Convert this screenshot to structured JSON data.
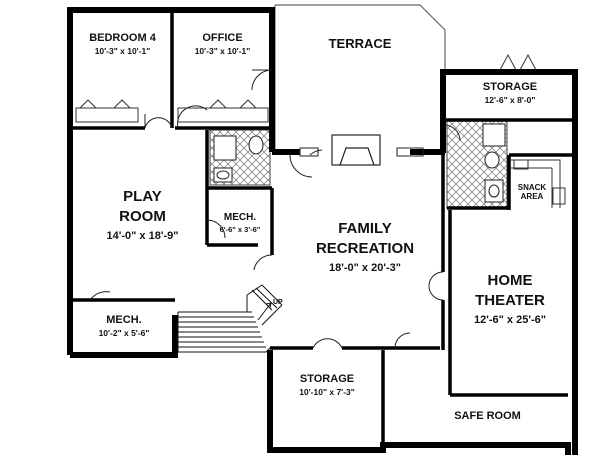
{
  "rooms": {
    "bedroom4": {
      "name": "BEDROOM 4",
      "dims": "10'-3\" x 10'-1\""
    },
    "office": {
      "name": "OFFICE",
      "dims": "10'-3\" x 10'-1\""
    },
    "terrace": {
      "name": "TERRACE"
    },
    "storage_top": {
      "name": "STORAGE",
      "dims": "12'-6\" x 8'-0\""
    },
    "play_room": {
      "name_line1": "PLAY",
      "name_line2": "ROOM",
      "dims": "14'-0\" x 18'-9\""
    },
    "mech_center": {
      "name": "MECH.",
      "dims": "6'-6\" x 3'-6\""
    },
    "snack_area": {
      "name_line1": "SNACK",
      "name_line2": "AREA"
    },
    "family_recreation": {
      "name_line1": "FAMILY",
      "name_line2": "RECREATION",
      "dims": "18'-0\" x 20'-3\""
    },
    "home_theater": {
      "name_line1": "HOME",
      "name_line2": "THEATER",
      "dims": "12'-6\" x 25'-6\""
    },
    "mech_left": {
      "name": "MECH.",
      "dims": "10'-2\" x 5'-6\""
    },
    "storage_bottom": {
      "name": "STORAGE",
      "dims": "10'-10\" x 7'-3\""
    },
    "safe_room": {
      "name": "SAFE ROOM"
    }
  },
  "stairs": {
    "label": "UP"
  }
}
